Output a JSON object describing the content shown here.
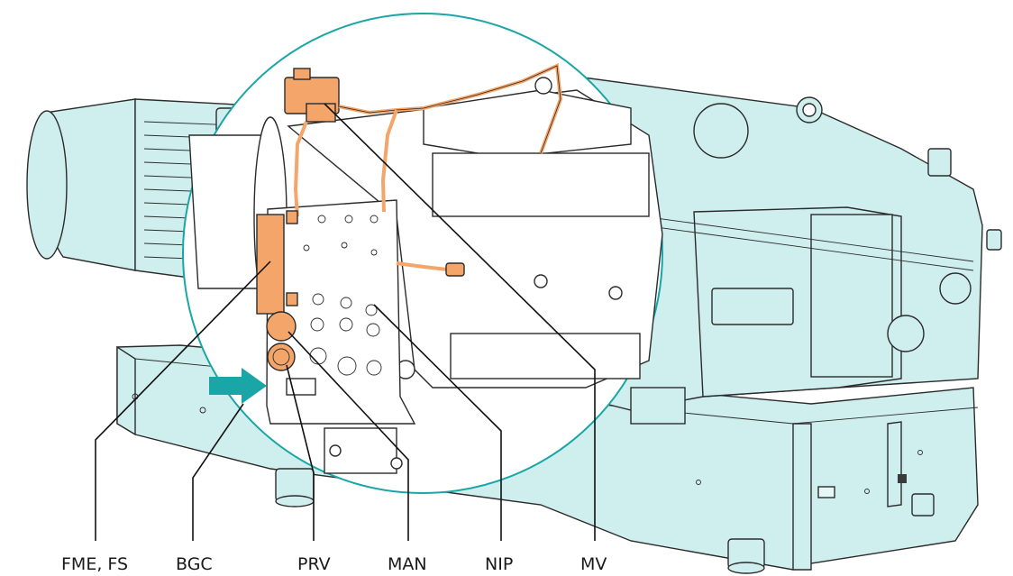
{
  "labels": {
    "fme_fs": "FME, FS",
    "bgc": "BGC",
    "prv": "PRV",
    "man": "MAN",
    "nip": "NIP",
    "mv": "MV"
  },
  "colors": {
    "machine_fill": "#cfeeee",
    "highlight_fill": "#ffffff",
    "component_orange": "#f4a56a",
    "circle_outline": "#1aa6a6",
    "arrow": "#1aa6a6",
    "outline": "#2b2b2b"
  },
  "icons": {
    "flow_arrow": "arrow-right-icon"
  }
}
